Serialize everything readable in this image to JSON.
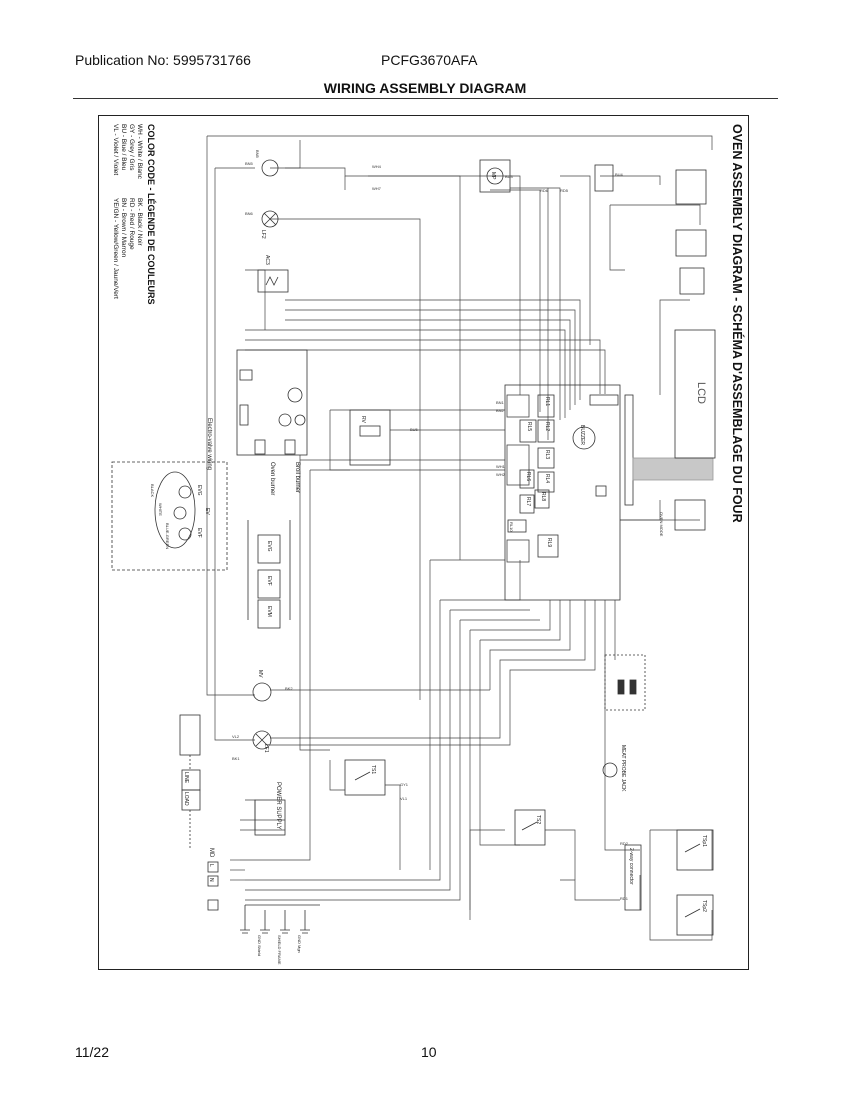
{
  "header": {
    "publication": "Publication No: 5995731766",
    "model": "PCFG3670AFA",
    "title": "WIRING ASSEMBLY DIAGRAM"
  },
  "diagram": {
    "heading": "OVEN ASSEMBLY DIAGRAM  -  SCHÉMA D'ASSEMBLAGE DU FOUR",
    "color_code": {
      "title": "COLOR CODE - LÉGENDE DE COULEURS",
      "left": [
        "WH - White / Blanc",
        "GY - Grey / Gris",
        "BU - Blue / Bleu",
        "VL - Violet / Violet"
      ],
      "right": [
        "BK - Black / Noir",
        "RD - Red / Rouge",
        "BN - Brown / Marron",
        "YE/GN - Yellow/Green / Jaune/Vert"
      ]
    },
    "relays": [
      "RL1",
      "RL2",
      "RL3",
      "RL4",
      "RL5",
      "RL6",
      "RL7",
      "RL8",
      "RL9",
      "RL10"
    ],
    "components": {
      "lcd": "LCD",
      "buzzer": "BUZZER",
      "mp": "MP",
      "mv": "MV",
      "lf1": "LF1",
      "lf2": "LF2",
      "ac3": "AC3",
      "rv": "RV",
      "ts1": "TS1",
      "ts2": "TS2",
      "tsp1": "TSp1",
      "tsp2": "TSp2",
      "ev": "EV",
      "evg": "EVG",
      "evf": "EVF",
      "evm": "EVM",
      "power_supply": "POWER SUPPLY",
      "md": "MD",
      "line": "LINE",
      "load": "LOAD",
      "l": "L",
      "n": "N",
      "broil_burner": "Broil burner",
      "oven_burner": "Oven burner",
      "electro_valve_wiring": "Electro-valve wiring",
      "meat_probe_jack": "MEAT PROBE JACK",
      "two_way_connector": "2-way connector",
      "oven_mode": "OVEN MODE",
      "black": "BLACK",
      "white": "WHITE",
      "blue_green": "BLUE-GREEN"
    },
    "wire_labels": [
      "BN5",
      "BN6",
      "WH4",
      "WH7",
      "BU3",
      "BU4",
      "RD5",
      "RD6",
      "RD1",
      "RD2",
      "GY1",
      "VL1",
      "VL2",
      "BK1",
      "BK2",
      "BU5",
      "BN1",
      "BN2",
      "WH1",
      "WH2"
    ],
    "ground_labels": [
      "GND Shield",
      "SHIELD FRAME",
      "GND Mgn",
      "Tp1",
      "Tp2"
    ]
  },
  "footer": {
    "date": "11/22",
    "page": "10"
  }
}
